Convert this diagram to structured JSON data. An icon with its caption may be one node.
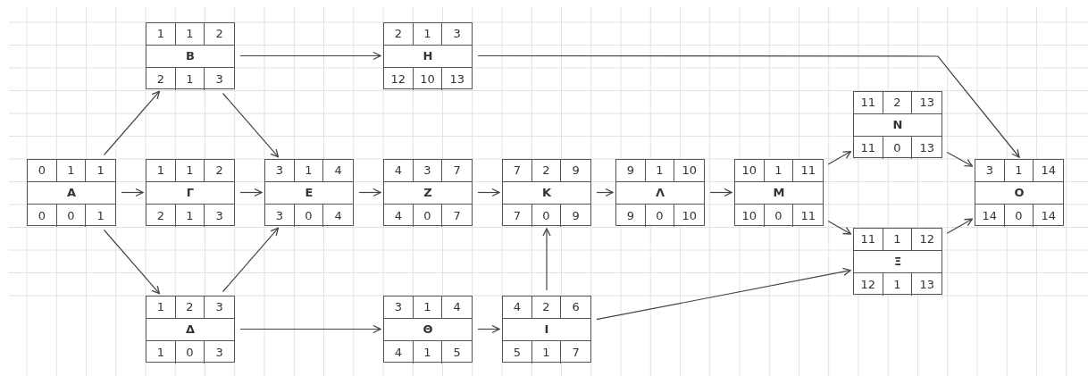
{
  "diagram": {
    "nodes": [
      {
        "text": [
          "0",
          "1",
          "1",
          "A",
          "0",
          "0",
          "1"
        ]
      },
      {
        "text": [
          "1",
          "1",
          "2",
          "Β",
          "2",
          "1",
          "3"
        ]
      },
      {
        "text": [
          "1",
          "1",
          "2",
          "Γ",
          "2",
          "1",
          "3"
        ]
      },
      {
        "text": [
          "1",
          "2",
          "3",
          "Δ",
          "1",
          "0",
          "3"
        ]
      },
      {
        "text": [
          "2",
          "1",
          "3",
          "Η",
          "12",
          "10",
          "13"
        ]
      },
      {
        "text": [
          "3",
          "1",
          "4",
          "Ε",
          "3",
          "0",
          "4"
        ]
      },
      {
        "text": [
          "4",
          "3",
          "7",
          "Ζ",
          "4",
          "0",
          "7"
        ]
      },
      {
        "text": [
          "3",
          "1",
          "4",
          "Θ",
          "4",
          "1",
          "5"
        ]
      },
      {
        "text": [
          "7",
          "2",
          "9",
          "Κ",
          "7",
          "0",
          "9"
        ]
      },
      {
        "text": [
          "4",
          "2",
          "6",
          "Ι",
          "5",
          "1",
          "7"
        ]
      },
      {
        "text": [
          "9",
          "1",
          "10",
          "Λ",
          "9",
          "0",
          "10"
        ]
      },
      {
        "text": [
          "10",
          "1",
          "11",
          "Μ",
          "10",
          "0",
          "11"
        ]
      },
      {
        "text": [
          "11",
          "2",
          "13",
          "Ν",
          "11",
          "0",
          "13"
        ]
      },
      {
        "text": [
          "11",
          "1",
          "12",
          "Ξ",
          "12",
          "1",
          "13"
        ]
      },
      {
        "text": [
          "3",
          "1",
          "14",
          "Ο",
          "14",
          "0",
          "14"
        ]
      }
    ],
    "edges": [
      {
        "from": 0,
        "to": 1,
        "arrow": "to"
      },
      {
        "from": 0,
        "to": 2,
        "arrow": "to"
      },
      {
        "from": 0,
        "to": 3,
        "arrow": "to"
      },
      {
        "from": 1,
        "to": 4,
        "arrow": "to"
      },
      {
        "from": 1,
        "to": 5,
        "arrow": "to"
      },
      {
        "from": 2,
        "to": 5,
        "arrow": "to"
      },
      {
        "from": 3,
        "to": 5,
        "arrow": "to"
      },
      {
        "from": 3,
        "to": 7,
        "arrow": "to"
      },
      {
        "from": 4,
        "to": 14,
        "arrow": "to"
      },
      {
        "from": 5,
        "to": 6,
        "arrow": "to"
      },
      {
        "from": 6,
        "to": 8,
        "arrow": "to"
      },
      {
        "from": 7,
        "to": 9,
        "arrow": "to"
      },
      {
        "from": 9,
        "to": 8,
        "arrow": "to"
      },
      {
        "from": 9,
        "to": 13,
        "arrow": "to"
      },
      {
        "from": 8,
        "to": 10,
        "arrow": "to"
      },
      {
        "from": 10,
        "to": 11,
        "arrow": "to"
      },
      {
        "from": 11,
        "to": 12,
        "arrow": "to"
      },
      {
        "from": 11,
        "to": 13,
        "arrow": "to"
      },
      {
        "from": 12,
        "to": 14,
        "arrow": "to"
      },
      {
        "from": 13,
        "to": 14,
        "arrow": "to"
      }
    ]
  }
}
